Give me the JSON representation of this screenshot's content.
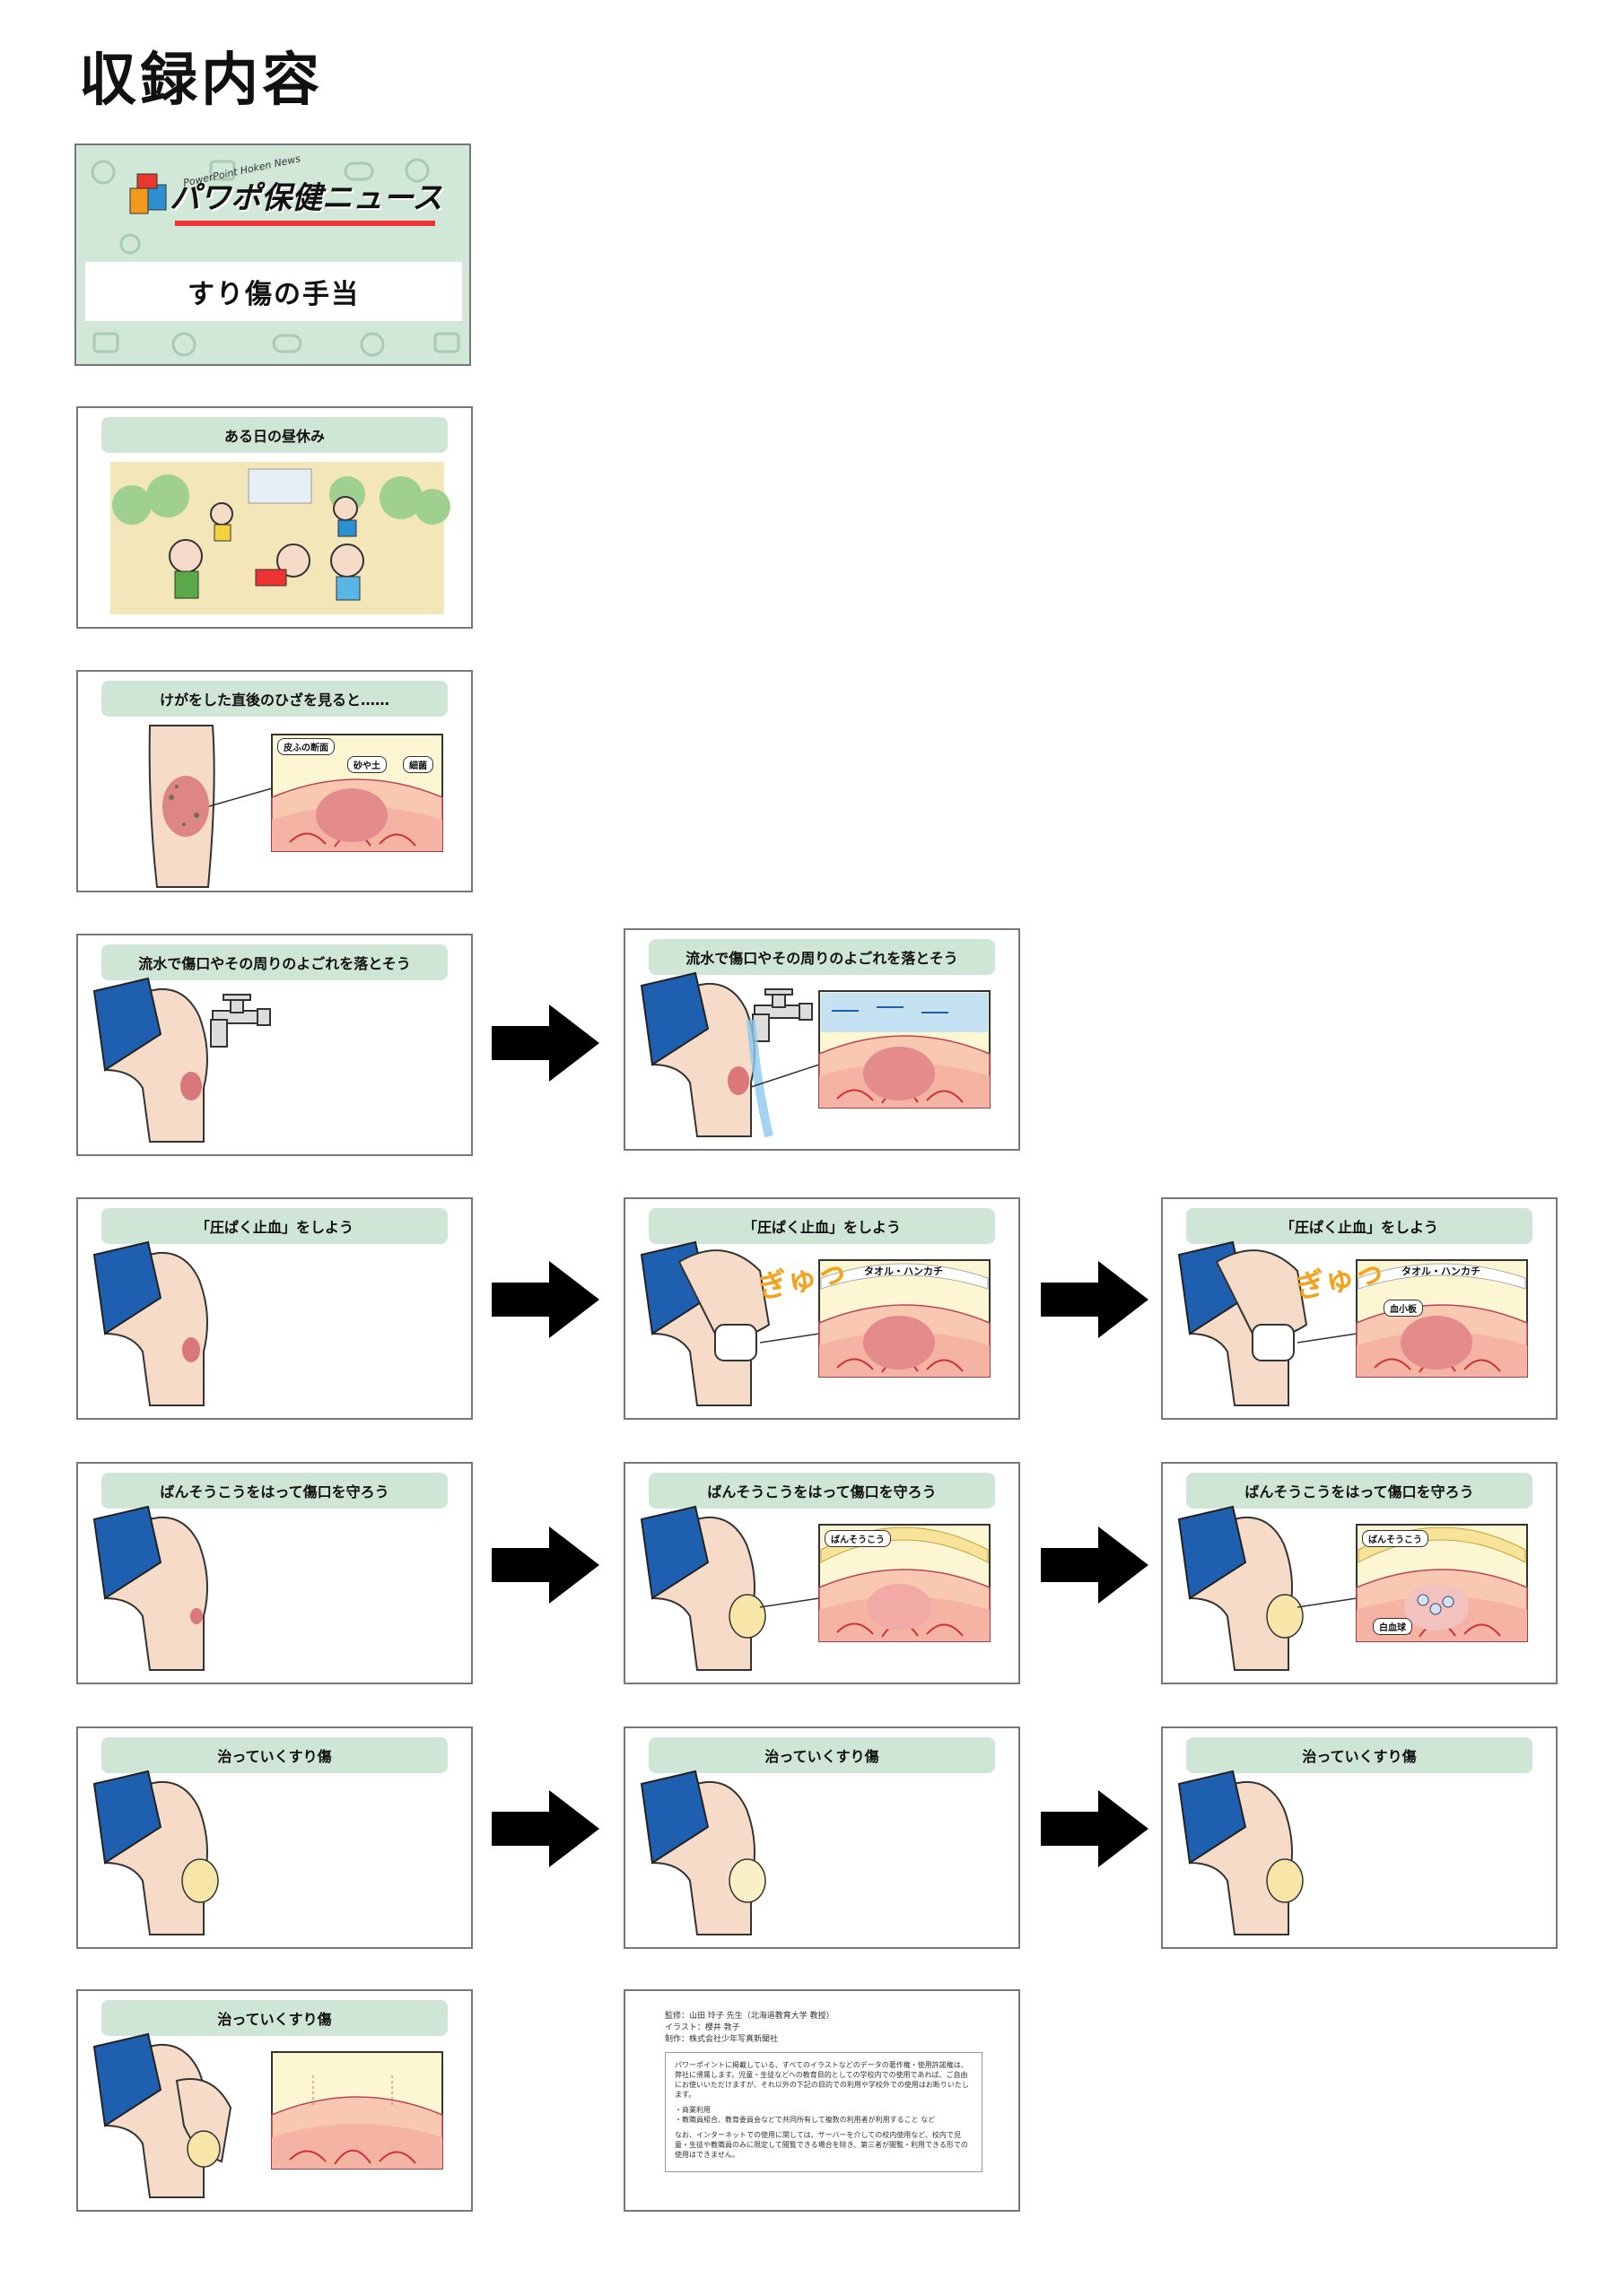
{
  "page_title": "収録内容",
  "title_slide": {
    "logo_text": "パワポ保健ニュース",
    "logo_sub": "PowerPoint Hoken News",
    "title": "すり傷の手当"
  },
  "slides": {
    "s1": "ある日の昼休み",
    "s2": "けがをした直後のひざを見ると……",
    "s3": "流水で傷口やその周りのよごれを落とそう",
    "s4": "流水で傷口やその周りのよごれを落とそう",
    "s5": "「圧ぱく止血」をしよう",
    "s6": "「圧ぱく止血」をしよう",
    "s7": "「圧ぱく止血」をしよう",
    "s8": "ばんそうこうをはって傷口を守ろう",
    "s9": "ばんそうこうをはって傷口を守ろう",
    "s10": "ばんそうこうをはって傷口を守ろう",
    "s11": "治っていくすり傷",
    "s12": "治っていくすり傷",
    "s13": "治っていくすり傷",
    "s14": "治っていくすり傷"
  },
  "labels": {
    "skin_section": "皮ふの断面",
    "sand": "砂や土",
    "bacteria": "細菌",
    "towel": "タオル・ハンカチ",
    "platelet": "血小板",
    "bandage": "ばんそうこう",
    "wbc": "白血球",
    "squeeze": "ぎゅっ"
  },
  "credits": {
    "line1": "監修：山田 玲子 先生（北海道教育大学 教授）",
    "line2": "イラスト：櫻井 敦子",
    "line3": "制作：株式会社少年写真新聞社",
    "notice_p1": "パワーポイントに掲載している、すべてのイラストなどのデータの著作権・使用許諾権は、弊社に帰属します。児童・生徒などへの教育目的としての学校内での使用であれば、ご自由にお使いいただけますが、それ以外の下記の目的での利用や学校外での使用はお断りいたします。",
    "notice_p2": "・商業利用",
    "notice_p3": "・教職員組合、教育委員会などで共同所有して複数の利用者が利用すること など",
    "notice_p4": "なお、インターネットでの使用に関しては、サーバーを介しての校内使用など、校内で児童・生徒や教職員のみに限定して閲覧できる場合を除き、第三者が閲覧・利用できる形での使用はできません。"
  },
  "colors": {
    "header_green": "#cfe5d6",
    "title_bg": "#d1e7d8",
    "skin": "#f6dcc8",
    "sleeve": "#1f5fb0",
    "wound": "#d9777a"
  }
}
